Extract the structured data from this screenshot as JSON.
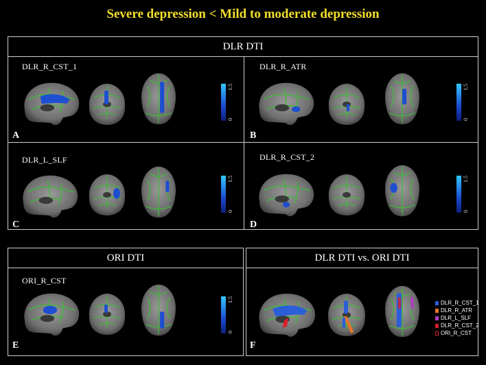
{
  "title": "Severe depression < Mild to moderate depression",
  "sections": {
    "dlr": "DLR DTI",
    "ori": "ORI DTI",
    "compare": "DLR DTI vs. ORI DTI"
  },
  "panels": {
    "A": {
      "label": "DLR_R_CST_1",
      "letter": "A",
      "cbar_max": "1.5",
      "cbar_min": "0"
    },
    "B": {
      "label": "DLR_R_ATR",
      "letter": "B",
      "cbar_max": "1.5",
      "cbar_min": "0"
    },
    "C": {
      "label": "DLR_L_SLF",
      "letter": "C",
      "cbar_max": "1.5",
      "cbar_min": "0"
    },
    "D": {
      "label": "DLR_R_CST_2",
      "letter": "D",
      "cbar_max": "1.5",
      "cbar_min": "0"
    },
    "E": {
      "label": "ORI_R_CST",
      "letter": "E",
      "cbar_max": "1.5",
      "cbar_min": "0"
    },
    "F": {
      "letter": "F"
    }
  },
  "legend": [
    {
      "label": "DLR_R_CST_1",
      "color": "#2b5fd8"
    },
    {
      "label": "DLR_R_ATR",
      "color": "#e8742a"
    },
    {
      "label": "DLR_L_SLF",
      "color": "#b03cc0"
    },
    {
      "label": "DLR_R_CST_2",
      "color": "#d81f2a"
    },
    {
      "label": "ORI_R_CST",
      "color": "none"
    }
  ],
  "colors": {
    "title": "#f2de2a",
    "tract": "#3fb83a",
    "blob": "#1e4fd0",
    "border": "#cfcfcf"
  }
}
